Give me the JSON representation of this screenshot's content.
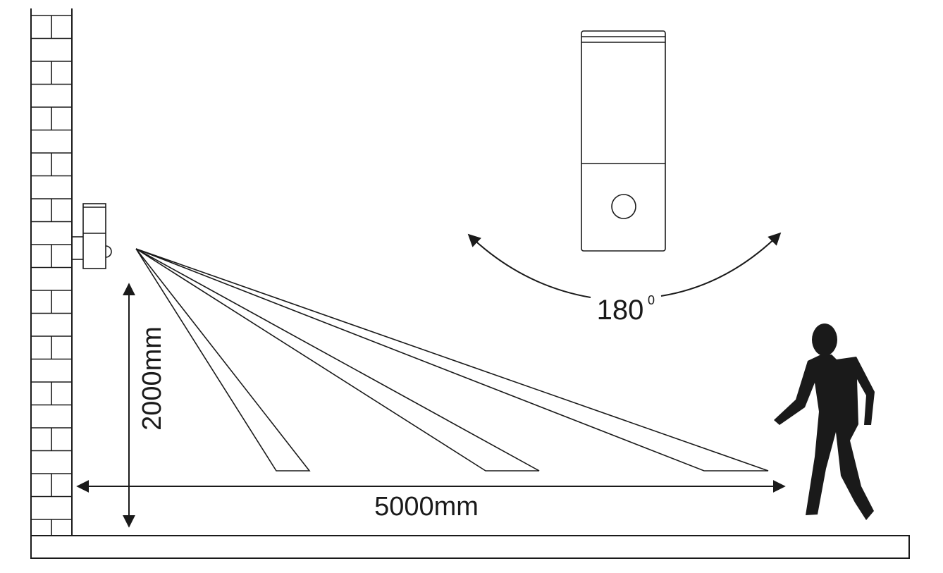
{
  "labels": {
    "height": "2000mm",
    "distance": "5000mm",
    "angle_value": "180",
    "angle_unit": "0"
  }
}
